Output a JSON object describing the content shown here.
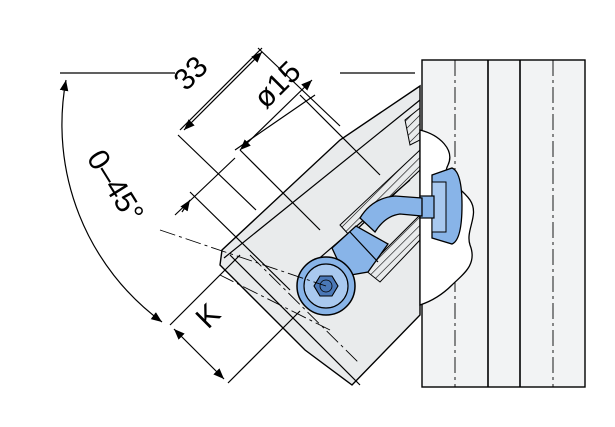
{
  "drawing": {
    "dim_33": "33",
    "dim_phi15": "ø15",
    "dim_angle": "0–45°",
    "dim_k": "K"
  },
  "colors": {
    "part_fill": "#e9ebec",
    "plate_fill": "#f2f3f4",
    "fastener_blue": "#88b4e8",
    "fastener_dark": "#4a78b8"
  }
}
